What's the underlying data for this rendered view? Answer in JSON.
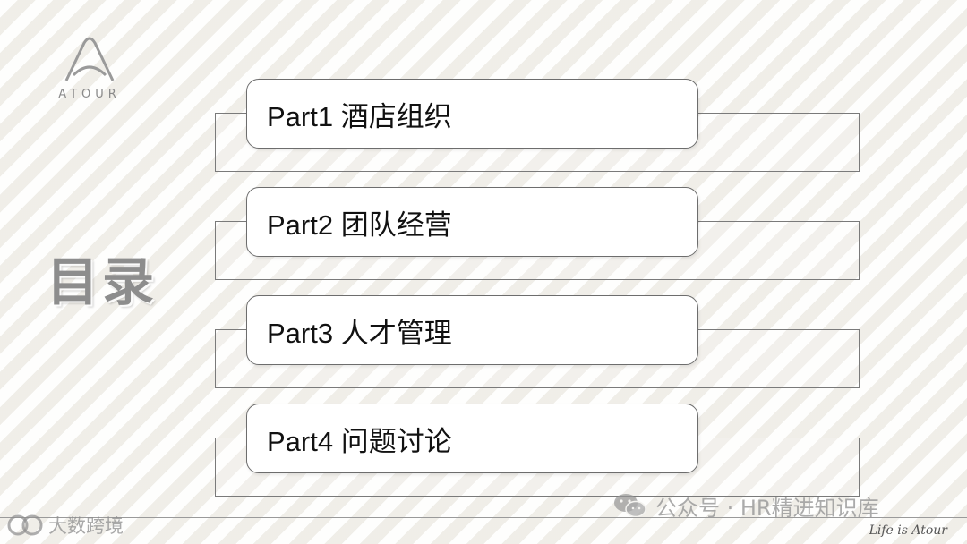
{
  "logo": {
    "text": "ATOUR",
    "icon": "atour-arch-logo"
  },
  "title": "目录",
  "items": [
    {
      "label": "Part1 酒店组织"
    },
    {
      "label": "Part2 团队经营"
    },
    {
      "label": "Part3 人才管理"
    },
    {
      "label": "Part4 问题讨论"
    }
  ],
  "watermark": {
    "icon": "wechat-icon",
    "text": "公众号 · HR精进知识库"
  },
  "footer": {
    "badge_icon": "brand-badge-icon",
    "badge_text": "大数跨境",
    "slogan": "Life is Atour"
  },
  "colors": {
    "frame_border": "#7a7a7a",
    "title": "#8d8d8d",
    "text": "#111111"
  }
}
